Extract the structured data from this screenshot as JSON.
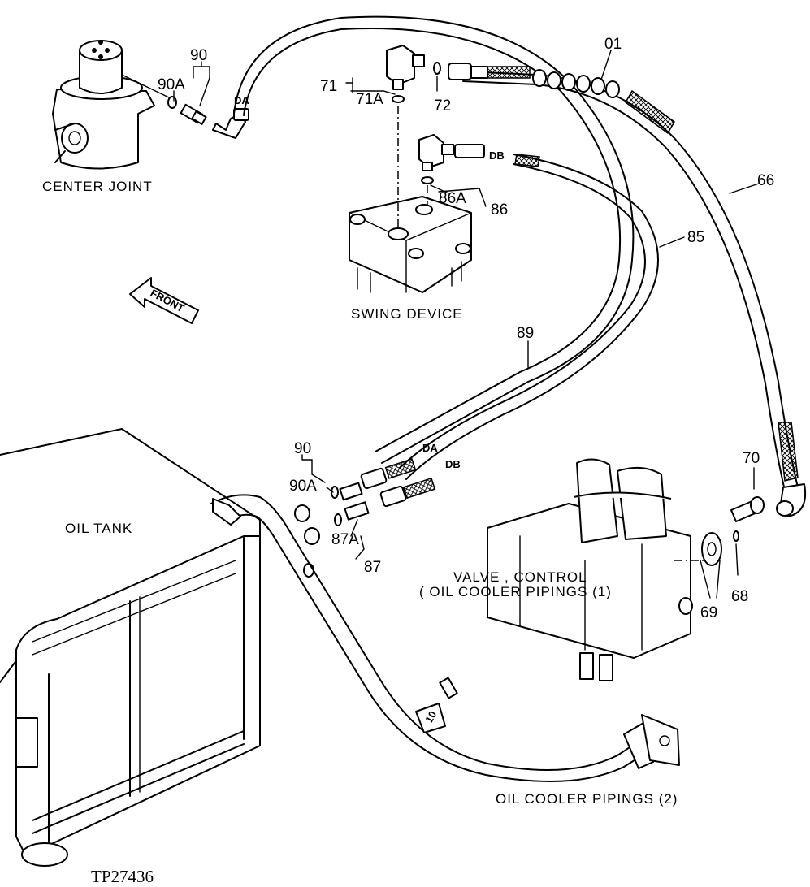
{
  "labels": {
    "center_joint": "CENTER JOINT",
    "swing_device": "SWING DEVICE",
    "front": "FRONT",
    "oil_tank": "OIL TANK",
    "valve_control_line1": "VALVE , CONTROL",
    "valve_control_line2": "( OIL  COOLER  PIPINGS  (1)",
    "oil_cooler_pipings_2": "OIL  COOLER  PIPINGS  (2)",
    "figure_id": "TP27436"
  },
  "port_marks": {
    "da_top": "DA",
    "db_top": "DB",
    "da_bottom": "DA",
    "db_bottom": "DB"
  },
  "callouts": {
    "p90_top": "90",
    "p90a_top": "90A",
    "p71": "71",
    "p71a": "71A",
    "p72": "72",
    "p01": "01",
    "p86a": "86A",
    "p86": "86",
    "p66": "66",
    "p85": "85",
    "p89": "89",
    "p90_bottom": "90",
    "p90a_bottom": "90A",
    "p87a": "87A",
    "p87": "87",
    "p70": "70",
    "p68": "68",
    "p69": "69",
    "clamp_mark": "10"
  }
}
